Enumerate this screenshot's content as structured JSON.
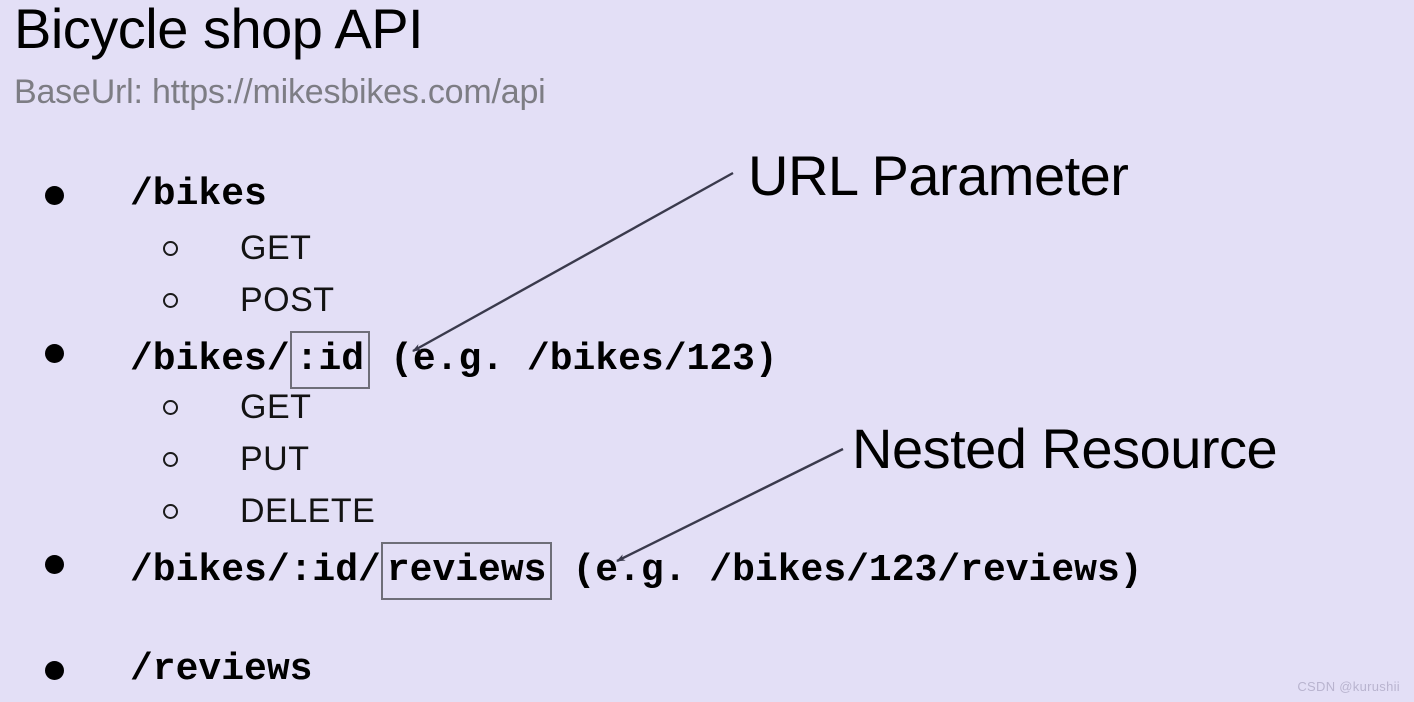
{
  "slide": {
    "title": "Bicycle shop API",
    "subtitle": "BaseUrl: https://mikesbikes.com/api",
    "background_color": "#e3dff6",
    "title_color": "#000000",
    "subtitle_color": "#7d7d84"
  },
  "endpoints": [
    {
      "path_before": "/bikes",
      "highlight": "",
      "path_after": "",
      "example": "",
      "methods": [
        "GET",
        "POST"
      ]
    },
    {
      "path_before": "/bikes/",
      "highlight": ":id",
      "path_after": "",
      "example": " (e.g. /bikes/123)",
      "methods": [
        "GET",
        "PUT",
        "DELETE"
      ]
    },
    {
      "path_before": "/bikes/:id/",
      "highlight": "reviews",
      "path_after": "",
      "example": " (e.g. /bikes/123/reviews)",
      "methods": []
    },
    {
      "path_before": "/reviews",
      "highlight": "",
      "path_after": "",
      "example": "",
      "methods": []
    }
  ],
  "rows": {
    "bikes": "/bikes",
    "get1": "GET",
    "post1": "POST",
    "bikes_id_before": "/bikes/",
    "bikes_id_token": ":id",
    "bikes_id_example": "(e.g. /bikes/123)",
    "get2": "GET",
    "put2": "PUT",
    "delete2": "DELETE",
    "reviews_nested_before": "/bikes/:id/",
    "reviews_nested_token": "reviews",
    "reviews_nested_example": "(e.g. /bikes/123/reviews)",
    "reviews": "/reviews"
  },
  "annotations": [
    {
      "label": "URL Parameter",
      "target": ":id"
    },
    {
      "label": "Nested Resource",
      "target": "reviews"
    }
  ],
  "annotation_labels": {
    "url_parameter": "URL Parameter",
    "nested_resource": "Nested Resource"
  },
  "colors": {
    "background": "#e3dff6",
    "text": "#000000",
    "muted": "#7d7d84",
    "box_border": "#6e6e78",
    "arrow": "#3a3a4c",
    "watermark": "#b9b4cf"
  },
  "watermark": "CSDN @kurushii"
}
